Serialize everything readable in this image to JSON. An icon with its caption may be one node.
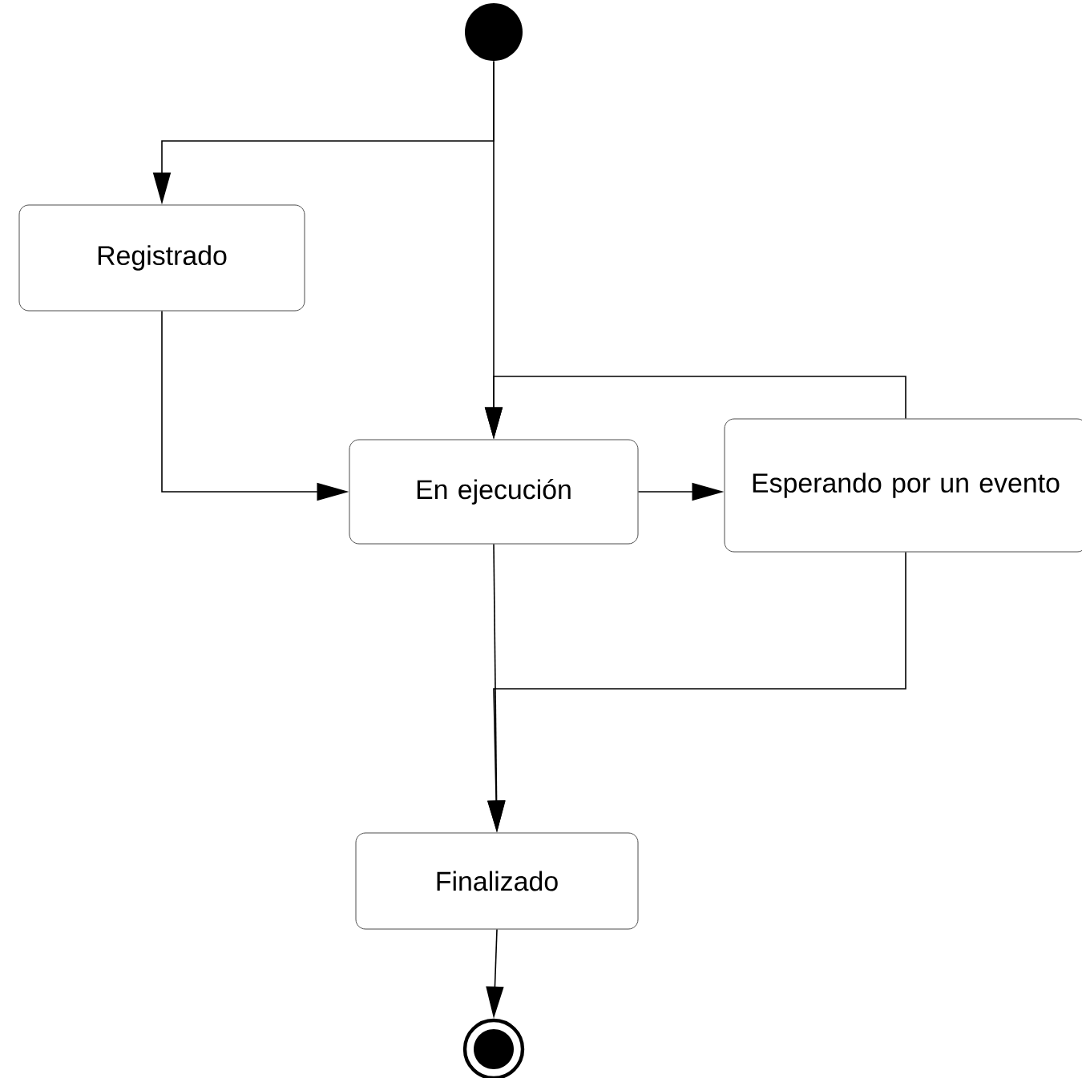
{
  "diagram": {
    "nodes": [
      {
        "text": [],
        "shape": "circle"
      },
      {
        "text": [
          "Registrado"
        ]
      },
      {
        "text": [
          "En ejecución"
        ]
      },
      {
        "text": [
          "Esperando por un evento"
        ]
      },
      {
        "text": [
          "Finalizado"
        ]
      },
      {
        "text": [],
        "shape": "circle"
      }
    ],
    "edges": [
      {
        "from": 0,
        "to": 1,
        "arrow": "to"
      },
      {
        "from": 0,
        "to": 2,
        "arrow": "to"
      },
      {
        "from": 1,
        "to": 2,
        "arrow": "to"
      },
      {
        "from": 2,
        "to": 3,
        "arrow": "to"
      },
      {
        "from": 3,
        "to": 2,
        "arrow": "to"
      },
      {
        "from": 2,
        "to": 4,
        "arrow": "to"
      },
      {
        "from": 3,
        "to": 4,
        "arrow": "to"
      },
      {
        "from": 4,
        "to": 5,
        "arrow": "to"
      }
    ]
  }
}
